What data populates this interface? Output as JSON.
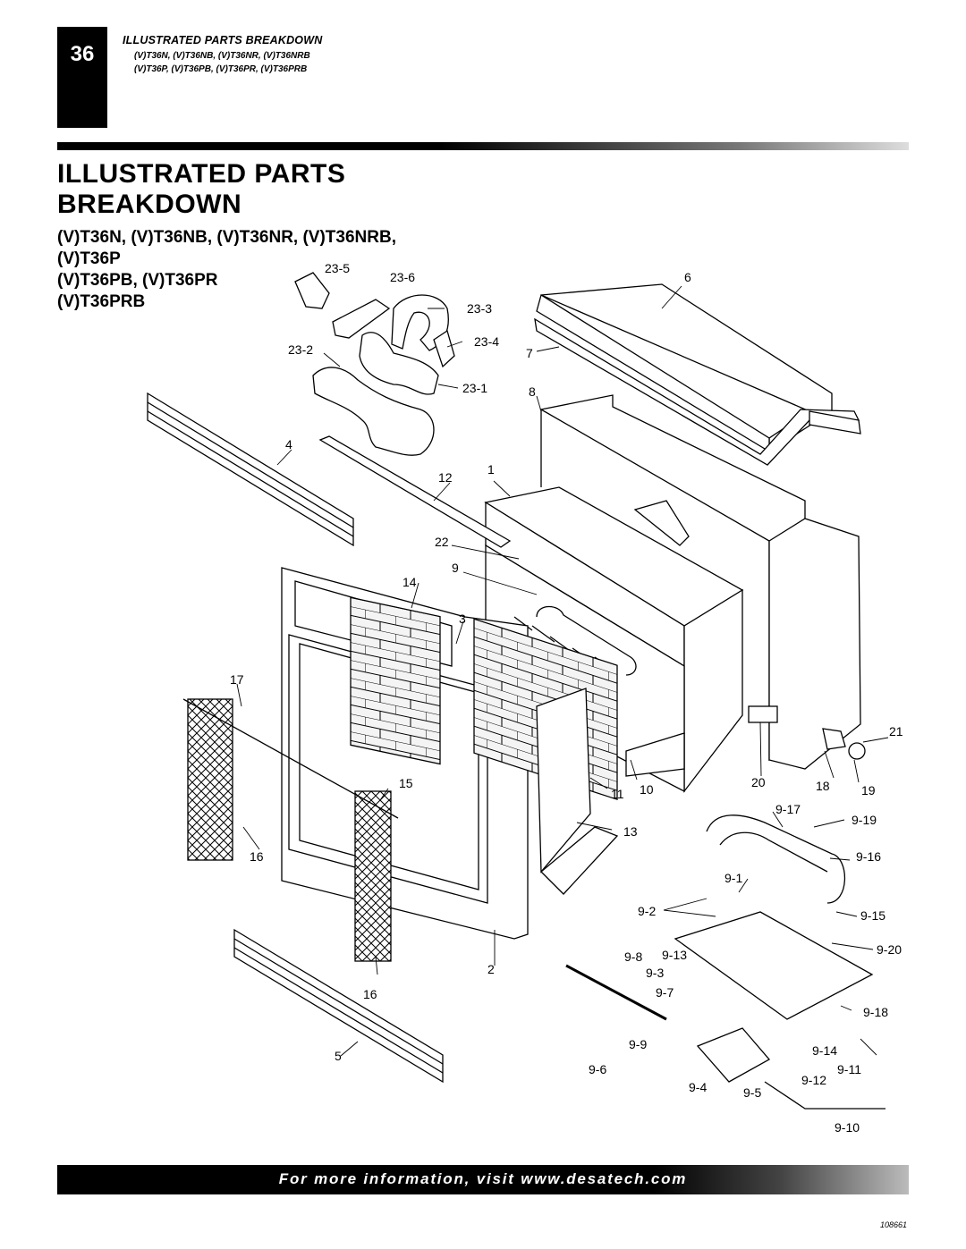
{
  "header": {
    "page_number": "36",
    "section_title": "ILLUSTRATED PARTS BREAKDOWN",
    "models_line1": "(V)T36N, (V)T36NB, (V)T36NR, (V)T36NRB",
    "models_line2": "(V)T36P, (V)T36PB, (V)T36PR, (V)T36PRB"
  },
  "main": {
    "title_line1": "ILLUSTRATED PARTS",
    "title_line2": "BREAKDOWN",
    "models": [
      "(V)T36N, (V)T36NB, (V)T36NR, (V)T36NRB,",
      "(V)T36P",
      "(V)T36PB, (V)T36PR",
      "(V)T36PRB"
    ]
  },
  "diagram": {
    "callouts": [
      "23-5",
      "23-6",
      "23-3",
      "23-4",
      "23-2",
      "23-1",
      "6",
      "7",
      "8",
      "4",
      "12",
      "1",
      "22",
      "9",
      "14",
      "3",
      "17",
      "21",
      "20",
      "18",
      "19",
      "15",
      "11",
      "10",
      "13",
      "16",
      "9-17",
      "9-19",
      "9-16",
      "9-1",
      "9-2",
      "9-15",
      "9-20",
      "9-8",
      "9-13",
      "9-3",
      "9-7",
      "2",
      "16",
      "9-18",
      "9-9",
      "9-14",
      "9-11",
      "5",
      "9-6",
      "9-4",
      "9-12",
      "9-5",
      "9-10"
    ]
  },
  "footer": {
    "text": "For more information, visit www.desatech.com",
    "doc_number": "108661"
  },
  "colors": {
    "bar": "#000000",
    "text_on_bar": "#ffffff"
  }
}
